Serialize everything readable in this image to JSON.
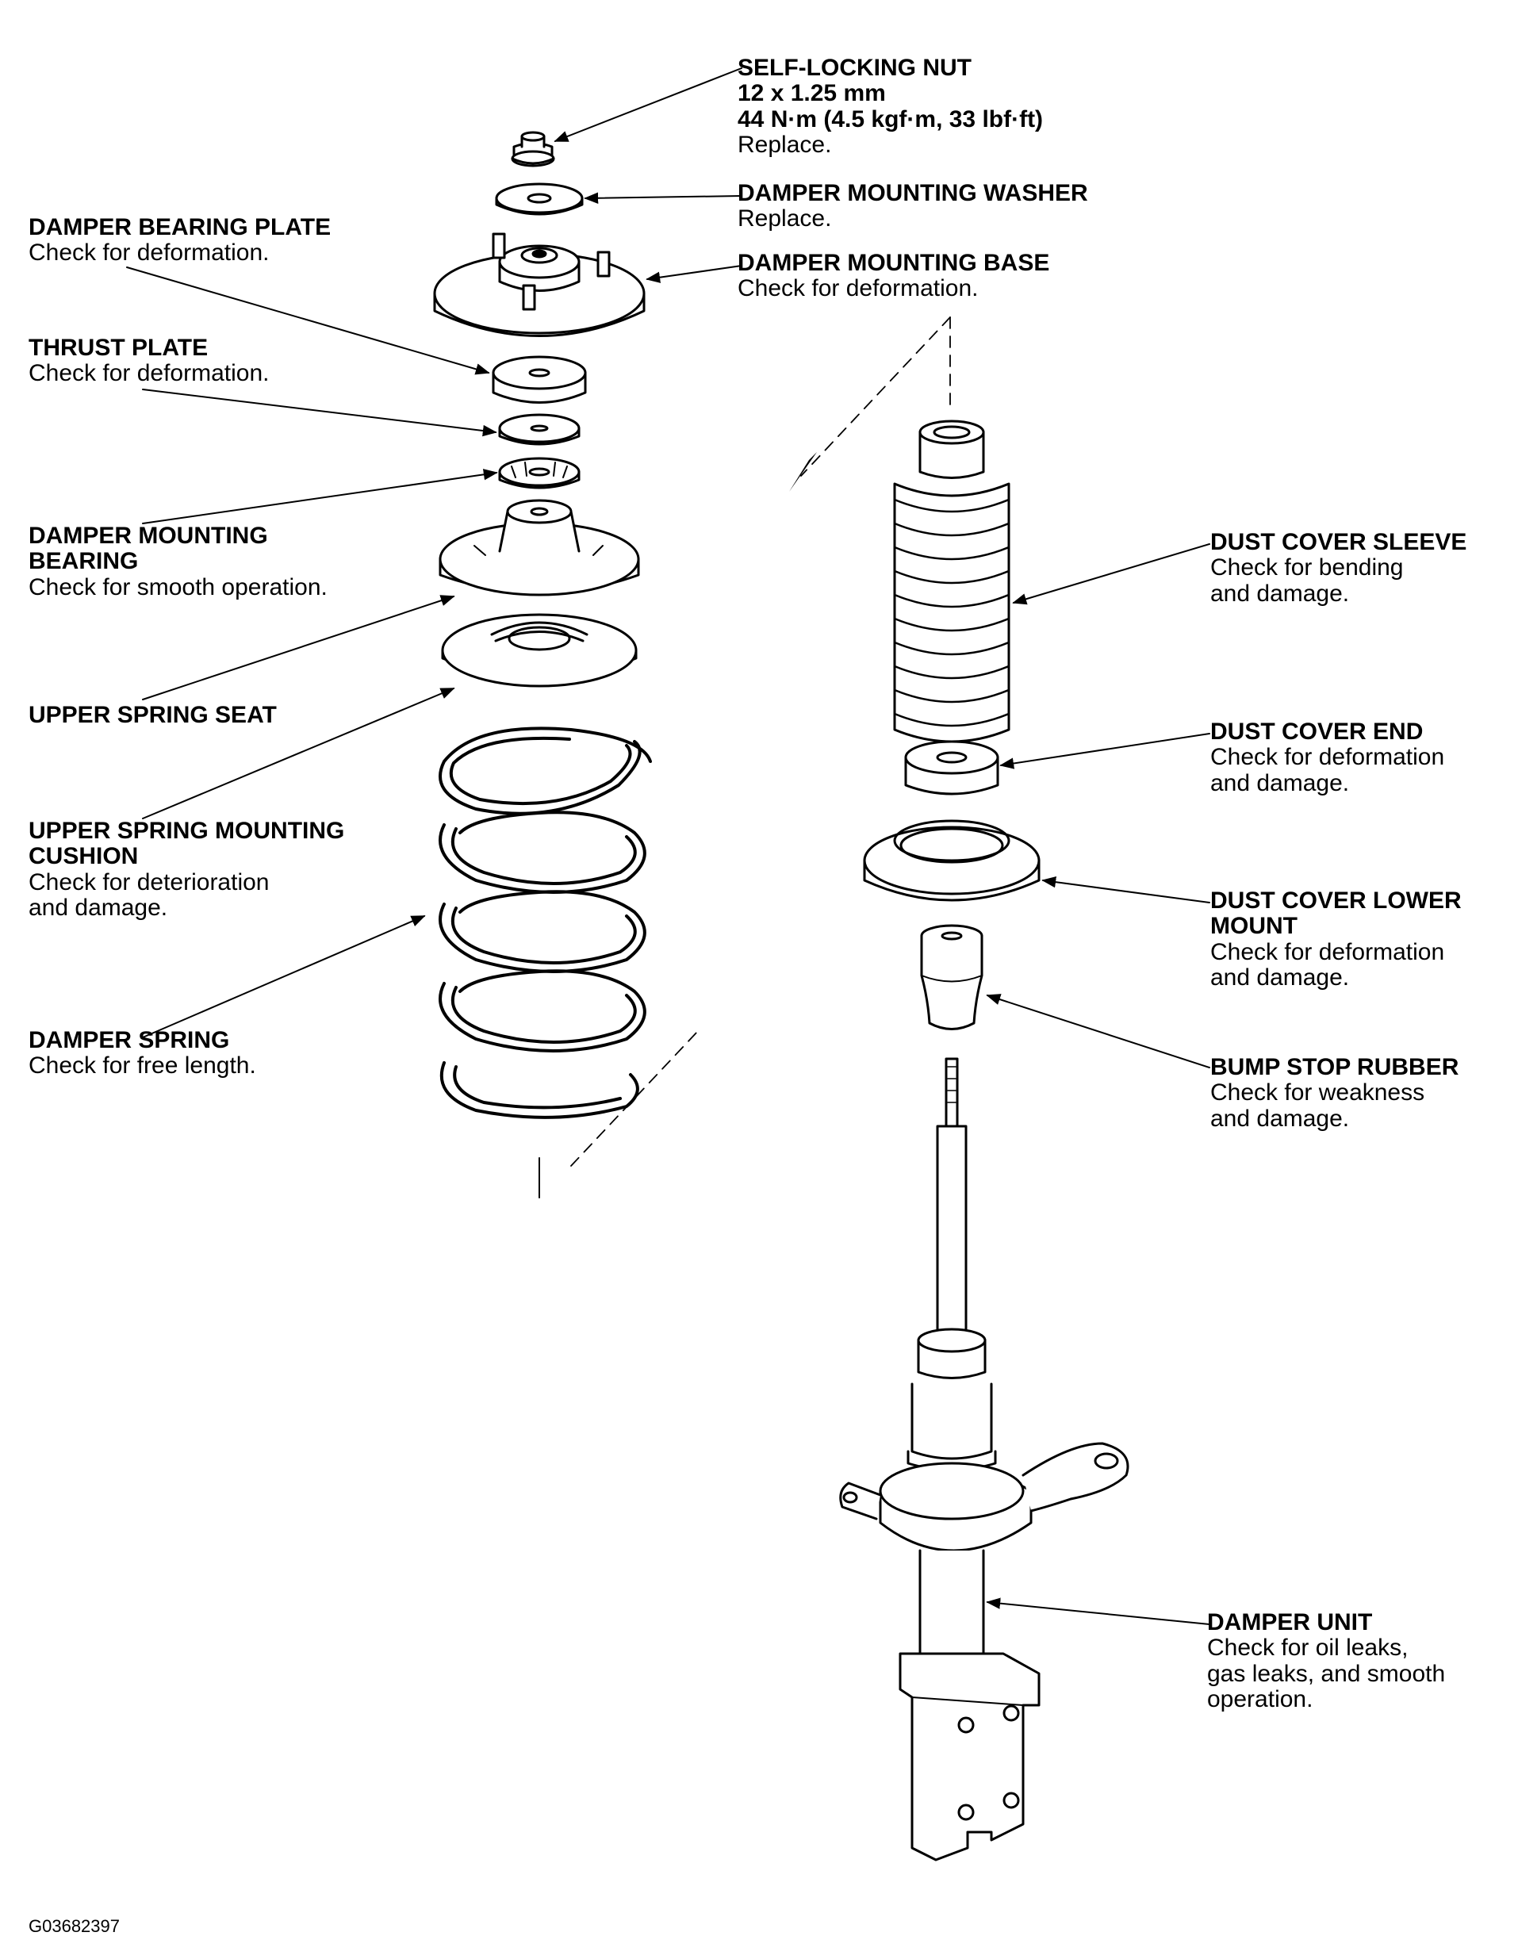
{
  "figure_id": "G03682397",
  "callouts": {
    "self_locking_nut": {
      "title1": "SELF-LOCKING NUT",
      "title2": "12 x 1.25 mm",
      "title3": "44 N·m (4.5 kgf·m, 33 lbf·ft)",
      "note1": "Replace."
    },
    "damper_mounting_washer": {
      "title1": "DAMPER MOUNTING WASHER",
      "note1": "Replace."
    },
    "damper_mounting_base": {
      "title1": "DAMPER MOUNTING BASE",
      "note1": "Check for deformation."
    },
    "damper_bearing_plate": {
      "title1": "DAMPER BEARING PLATE",
      "note1": "Check for deformation."
    },
    "thrust_plate": {
      "title1": "THRUST PLATE",
      "note1": "Check for deformation."
    },
    "damper_mounting_bearing": {
      "title1": "DAMPER MOUNTING",
      "title2": "BEARING",
      "note1": "Check for smooth operation."
    },
    "upper_spring_seat": {
      "title1": "UPPER SPRING SEAT"
    },
    "upper_spring_mounting_cushion": {
      "title1": "UPPER SPRING MOUNTING",
      "title2": "CUSHION",
      "note1": "Check for deterioration",
      "note2": "and damage."
    },
    "damper_spring": {
      "title1": "DAMPER SPRING",
      "note1": "Check for free length."
    },
    "dust_cover_sleeve": {
      "title1": "DUST COVER SLEEVE",
      "note1": "Check for bending",
      "note2": "and damage."
    },
    "dust_cover_end": {
      "title1": "DUST COVER END",
      "note1": "Check for deformation",
      "note2": "and damage."
    },
    "dust_cover_lower_mount": {
      "title1": "DUST COVER LOWER",
      "title2": "MOUNT",
      "note1": "Check for deformation",
      "note2": "and damage."
    },
    "bump_stop_rubber": {
      "title1": "BUMP STOP RUBBER",
      "note1": "Check for weakness",
      "note2": "and damage."
    },
    "damper_unit": {
      "title1": "DAMPER UNIT",
      "note1": "Check for oil leaks,",
      "note2": "gas leaks, and smooth",
      "note3": "operation."
    }
  }
}
